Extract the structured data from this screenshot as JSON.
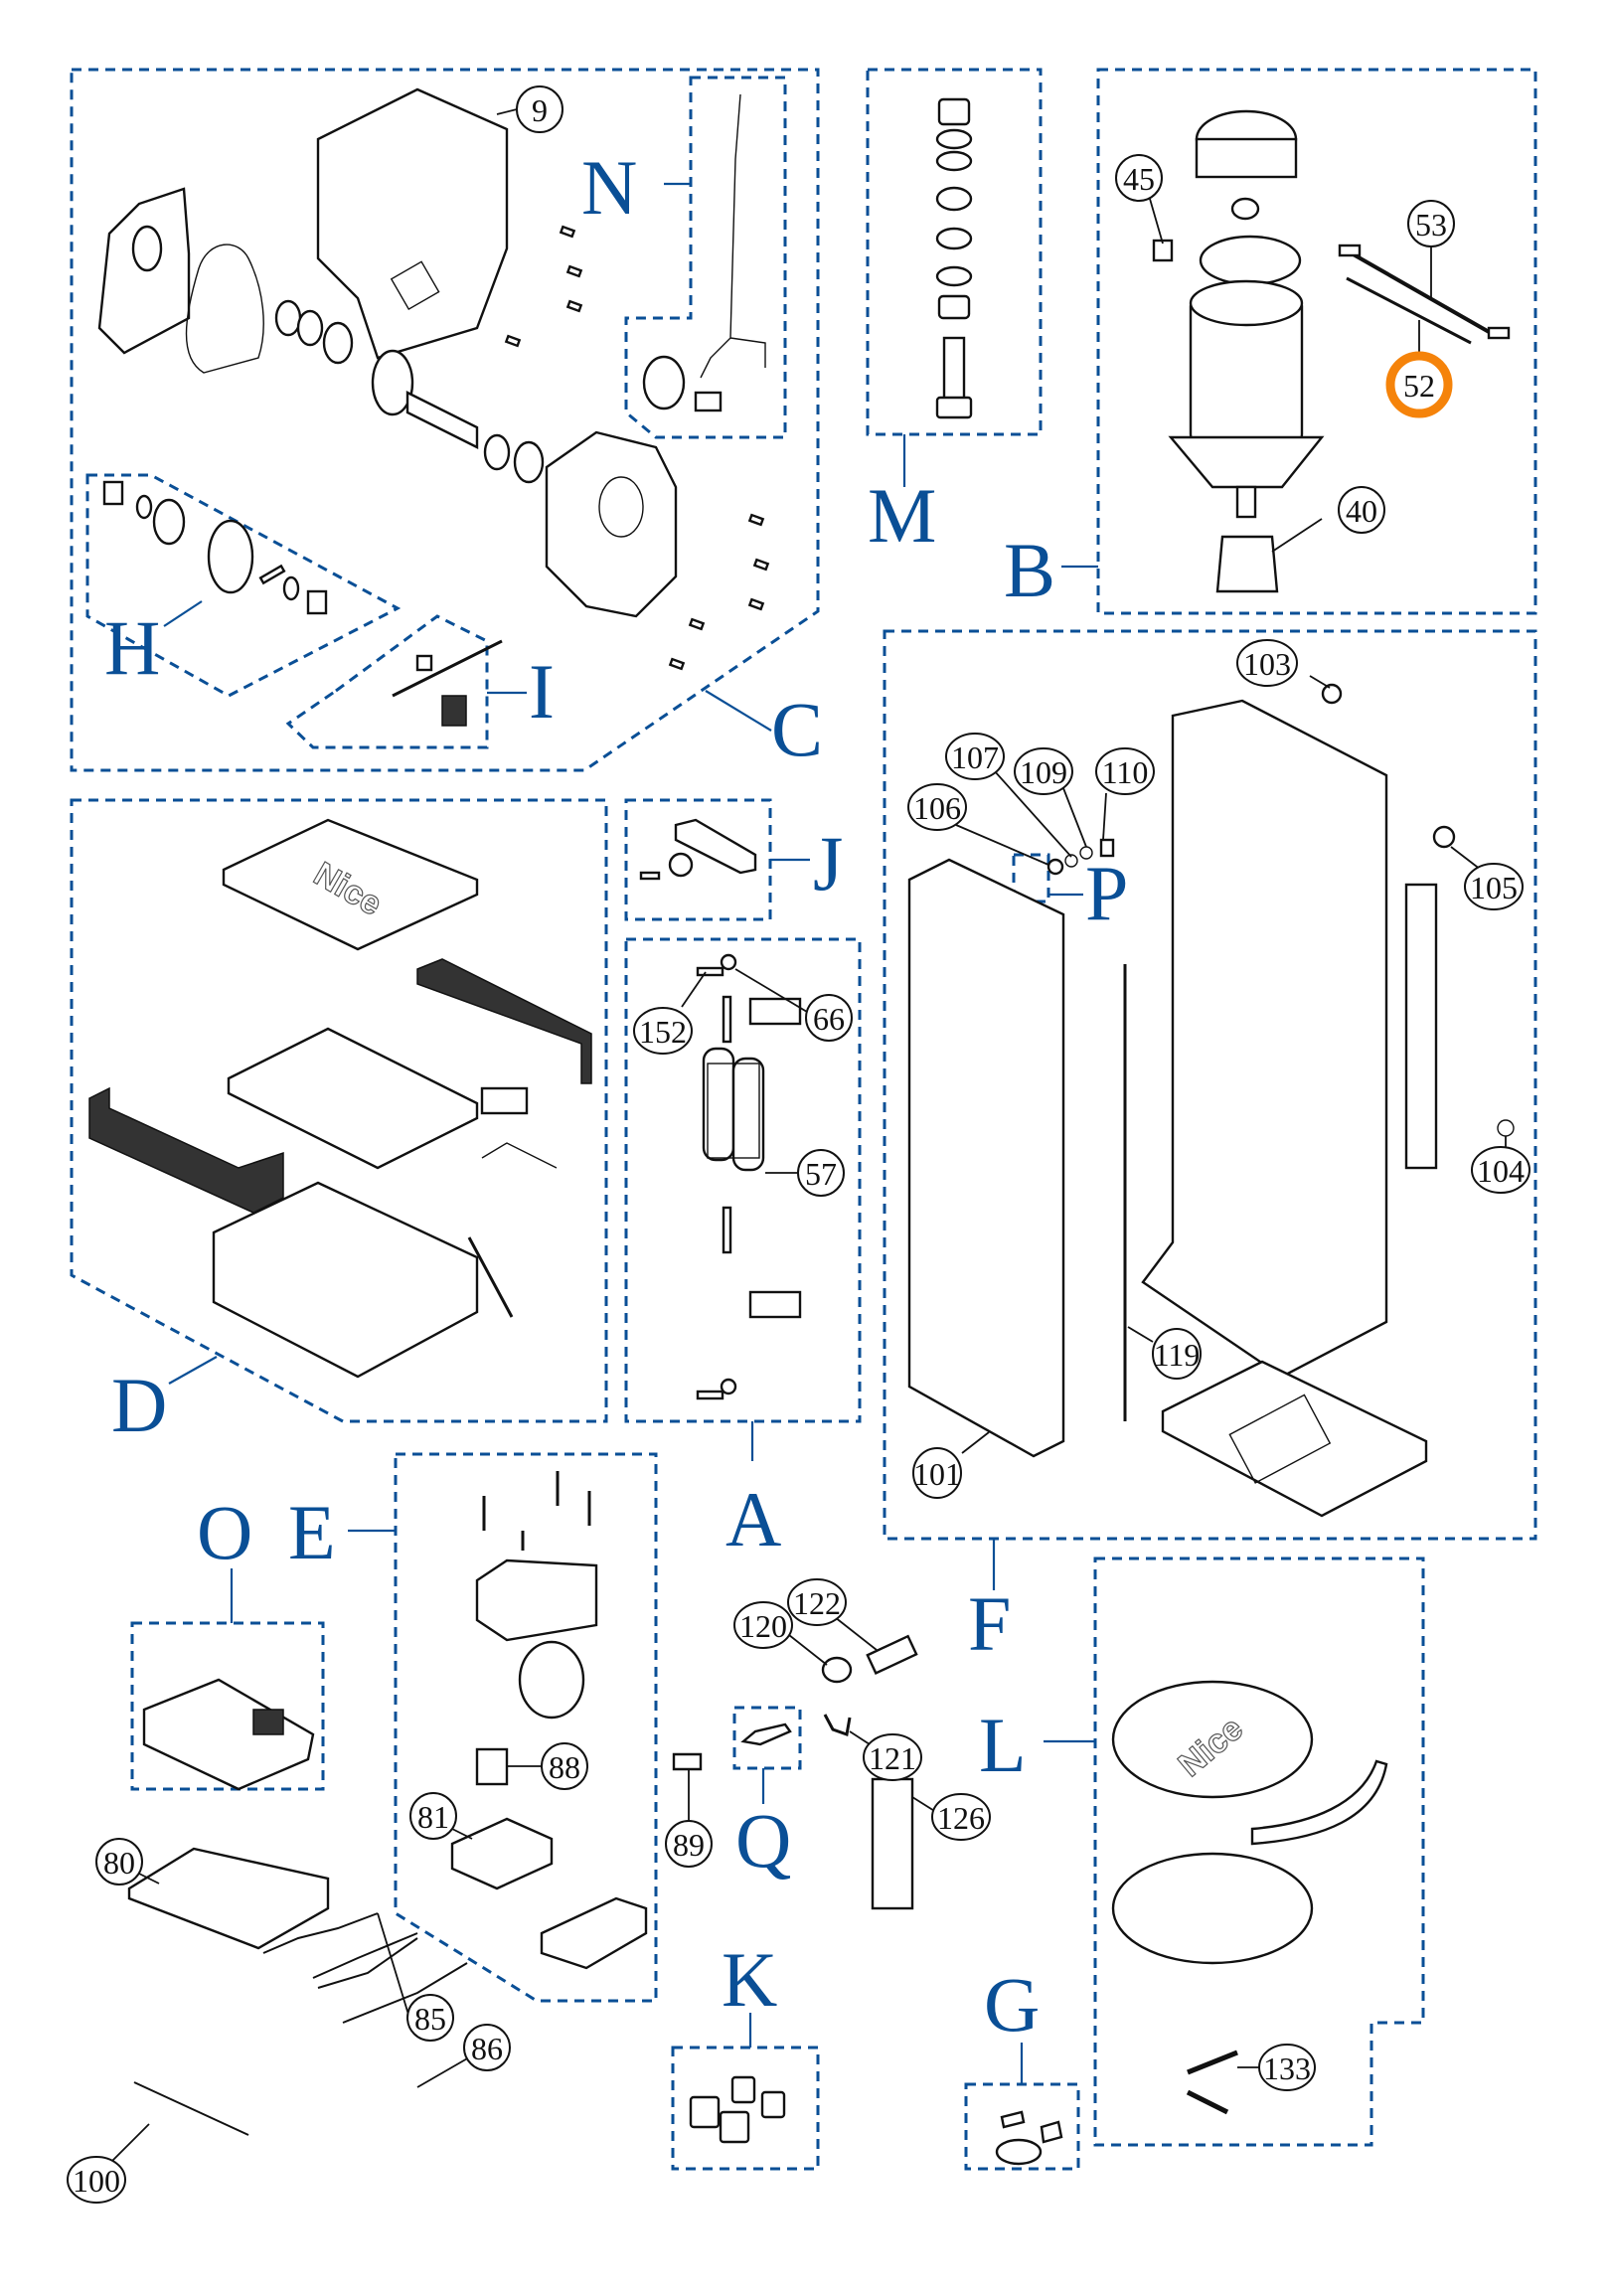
{
  "diagram": {
    "title": "Exploded parts diagram",
    "highlight_color": "#f5830a",
    "group_color": "#0a4f96",
    "brand_mark": "Nice",
    "groups": [
      {
        "id": "C",
        "label": "C"
      },
      {
        "id": "N",
        "label": "N"
      },
      {
        "id": "H",
        "label": "H"
      },
      {
        "id": "I",
        "label": "I"
      },
      {
        "id": "M",
        "label": "M"
      },
      {
        "id": "B",
        "label": "B"
      },
      {
        "id": "D",
        "label": "D"
      },
      {
        "id": "J",
        "label": "J"
      },
      {
        "id": "A",
        "label": "A"
      },
      {
        "id": "F",
        "label": "F"
      },
      {
        "id": "P",
        "label": "P"
      },
      {
        "id": "O",
        "label": "O"
      },
      {
        "id": "E",
        "label": "E"
      },
      {
        "id": "Q",
        "label": "Q"
      },
      {
        "id": "K",
        "label": "K"
      },
      {
        "id": "L",
        "label": "L"
      },
      {
        "id": "G",
        "label": "G"
      }
    ],
    "callouts": [
      {
        "number": "9",
        "group": "C",
        "highlighted": false
      },
      {
        "number": "45",
        "group": "B",
        "highlighted": false
      },
      {
        "number": "53",
        "group": "B",
        "highlighted": false
      },
      {
        "number": "52",
        "group": "B",
        "highlighted": true
      },
      {
        "number": "40",
        "group": "B",
        "highlighted": false
      },
      {
        "number": "103",
        "group": "F",
        "highlighted": false
      },
      {
        "number": "107",
        "group": "F",
        "highlighted": false
      },
      {
        "number": "109",
        "group": "F",
        "highlighted": false
      },
      {
        "number": "110",
        "group": "F",
        "highlighted": false
      },
      {
        "number": "106",
        "group": "F",
        "highlighted": false
      },
      {
        "number": "105",
        "group": "F",
        "highlighted": false
      },
      {
        "number": "104",
        "group": "F",
        "highlighted": false
      },
      {
        "number": "119",
        "group": "F",
        "highlighted": false
      },
      {
        "number": "101",
        "group": "F",
        "highlighted": false
      },
      {
        "number": "152",
        "group": "A",
        "highlighted": false
      },
      {
        "number": "66",
        "group": "A",
        "highlighted": false
      },
      {
        "number": "57",
        "group": "A",
        "highlighted": false
      },
      {
        "number": "88",
        "group": "E",
        "highlighted": false
      },
      {
        "number": "81",
        "group": "E",
        "highlighted": false
      },
      {
        "number": "80",
        "group": null,
        "highlighted": false
      },
      {
        "number": "85",
        "group": null,
        "highlighted": false
      },
      {
        "number": "86",
        "group": null,
        "highlighted": false
      },
      {
        "number": "100",
        "group": null,
        "highlighted": false
      },
      {
        "number": "122",
        "group": null,
        "highlighted": false
      },
      {
        "number": "120",
        "group": null,
        "highlighted": false
      },
      {
        "number": "121",
        "group": null,
        "highlighted": false
      },
      {
        "number": "89",
        "group": null,
        "highlighted": false
      },
      {
        "number": "126",
        "group": null,
        "highlighted": false
      },
      {
        "number": "133",
        "group": "L",
        "highlighted": false
      }
    ]
  }
}
